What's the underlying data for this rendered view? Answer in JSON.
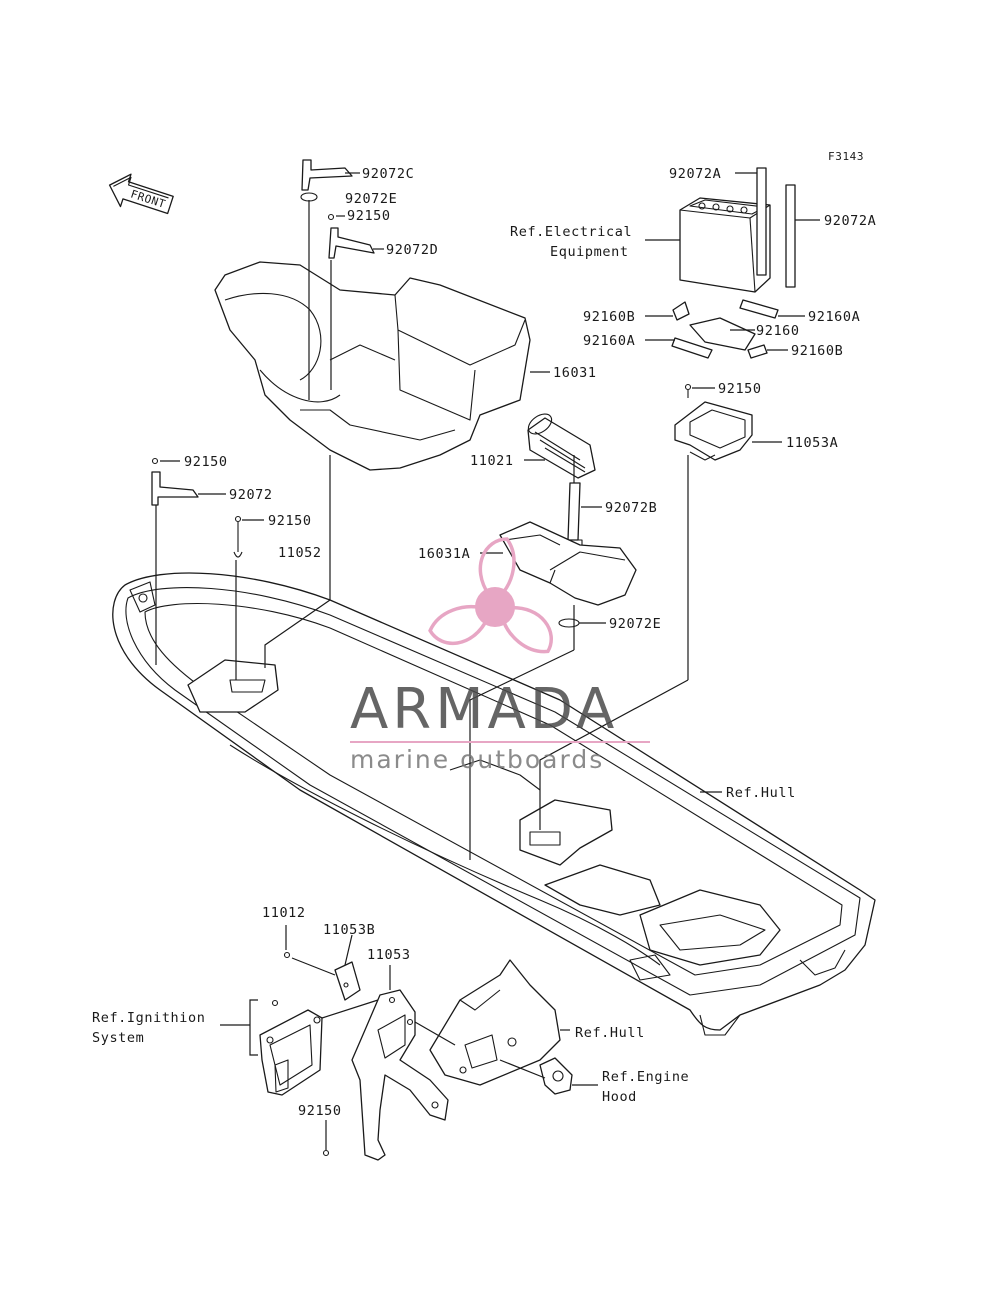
{
  "figure_code": "F3143",
  "front_label": "FRONT",
  "watermark": {
    "brand": "ARMADA",
    "tagline": "marine outboards",
    "accent_color": "#e7a6c4"
  },
  "labels": {
    "p92072C": "92072C",
    "p92072E_top": "92072E",
    "p92150_top": "92150",
    "p92072D": "92072D",
    "p16031": "16031",
    "p92150_left": "92150",
    "p92072": "92072",
    "p92150_mid": "92150",
    "p11052": "11052",
    "p11021": "11021",
    "p92072B": "92072B",
    "p16031A": "16031A",
    "p92072E_mid": "92072E",
    "p92072A_1": "92072A",
    "p92072A_2": "92072A",
    "ref_elec_1": "Ref.Electrical",
    "ref_elec_2": "Equipment",
    "p92160B_1": "92160B",
    "p92160A_1": "92160A",
    "p92160": "92160",
    "p92160A_2": "92160A",
    "p92160B_2": "92160B",
    "p92150_right": "92150",
    "p11053A": "11053A",
    "ref_hull_1": "Ref.Hull",
    "p11012": "11012",
    "p11053B": "11053B",
    "p11053": "11053",
    "ref_ign_1": "Ref.Ignithion",
    "ref_ign_2": "System",
    "ref_hull_2": "Ref.Hull",
    "ref_hood_1": "Ref.Engine",
    "ref_hood_2": "Hood",
    "p92150_bottom": "92150"
  }
}
